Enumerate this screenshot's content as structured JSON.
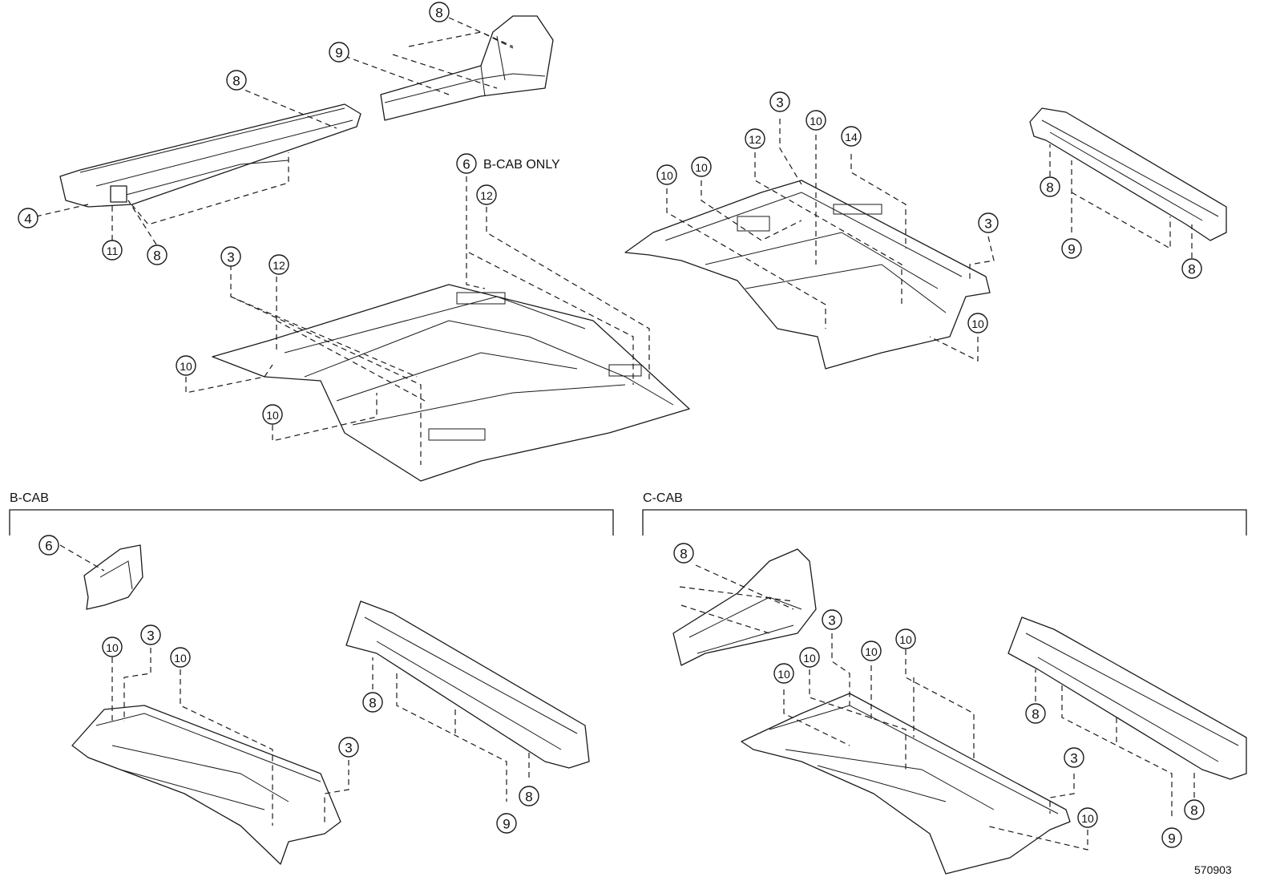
{
  "figure_id": "570903",
  "notes": {
    "b_cab_only": "B-CAB ONLY"
  },
  "sections": {
    "b_cab": "B-CAB",
    "c_cab": "C-CAB"
  },
  "callouts": {
    "top_left": [
      "4",
      "11",
      "8",
      "8",
      "9",
      "8"
    ],
    "center": [
      "6",
      "12",
      "3",
      "12",
      "10",
      "10"
    ],
    "top_right_floor": [
      "3",
      "12",
      "10",
      "14",
      "10",
      "10",
      "3",
      "10"
    ],
    "top_right_rail": [
      "8",
      "9",
      "8"
    ],
    "b_cab": [
      "6",
      "10",
      "3",
      "10",
      "3",
      "8",
      "8",
      "9"
    ],
    "c_cab": [
      "8",
      "3",
      "10",
      "10",
      "10",
      "10",
      "3",
      "10",
      "8",
      "8",
      "9"
    ]
  }
}
